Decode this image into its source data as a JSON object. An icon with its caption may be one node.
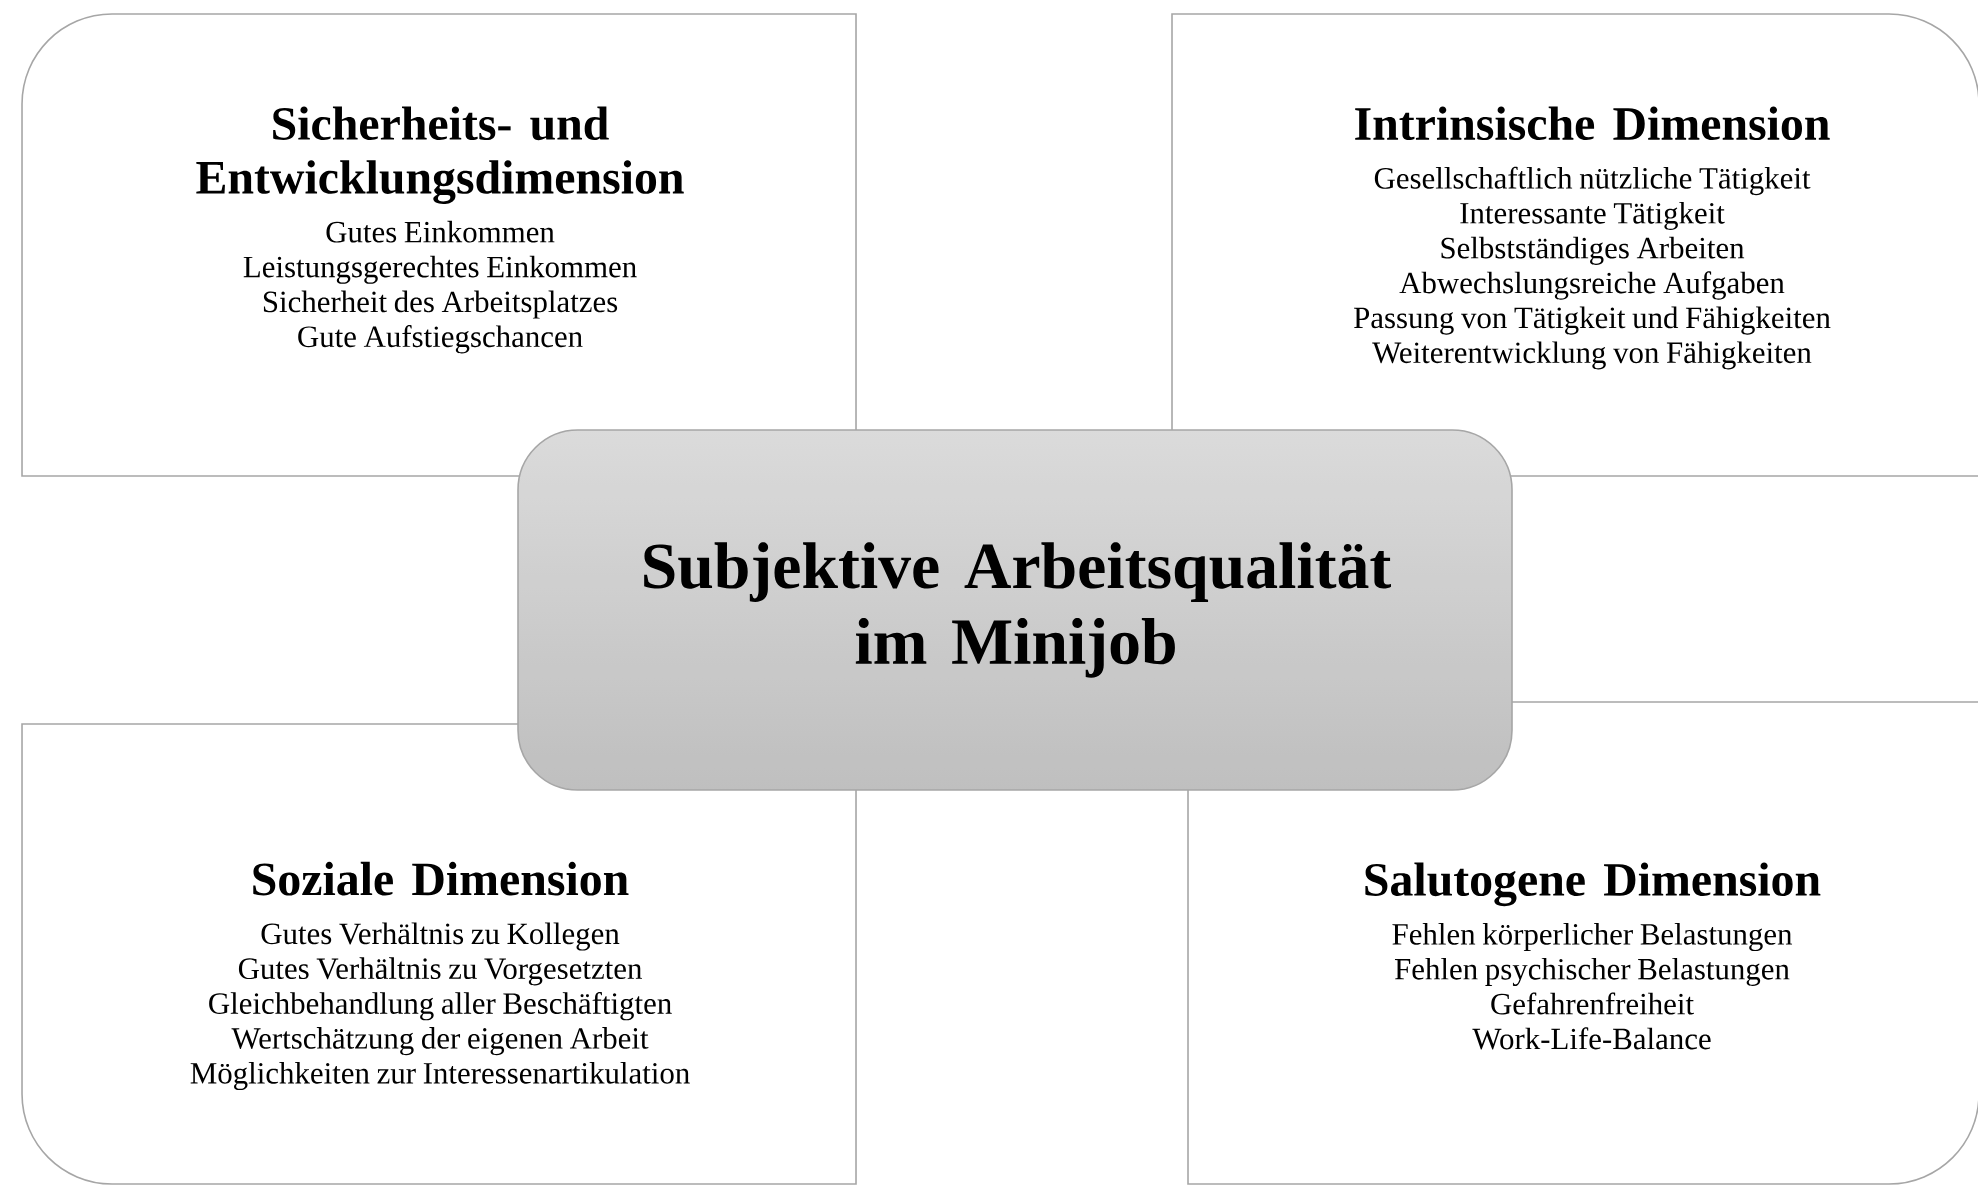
{
  "diagram": {
    "nodes": [
      {
        "text": [
          "Sicherheits- und Entwicklungsdimension",
          "Gutes Einkommen",
          "Leistungsgerechtes Einkommen",
          "Sicherheit des Arbeitsplatzes",
          "Gute Aufstiegschancen"
        ]
      },
      {
        "text": [
          "Intrinsische Dimension",
          "Gesellschaftlich nützliche Tätigkeit",
          "Interessante Tätigkeit",
          "Selbstständiges Arbeiten",
          "Abwechslungsreiche Aufgaben",
          "Passung von Tätigkeit und Fähigkeiten",
          "Weiterentwicklung von Fähigkeiten"
        ]
      },
      {
        "text": [
          "Subjektive Arbeitsqualität im Minijob"
        ]
      },
      {
        "text": [
          "Soziale Dimension",
          "Gutes Verhältnis zu Kollegen",
          "Gutes Verhältnis zu Vorgesetzten",
          "Gleichbehandlung aller Beschäftigten",
          "Wertschätzung der eigenen Arbeit",
          "Möglichkeiten zur Interessenartikulation"
        ]
      },
      {
        "text": [
          "Salutogene Dimension",
          "Fehlen körperlicher Belastungen",
          "Fehlen psychischer Belastungen",
          "Gefahrenfreiheit",
          "Work-Life-Balance"
        ]
      }
    ],
    "edges": []
  }
}
